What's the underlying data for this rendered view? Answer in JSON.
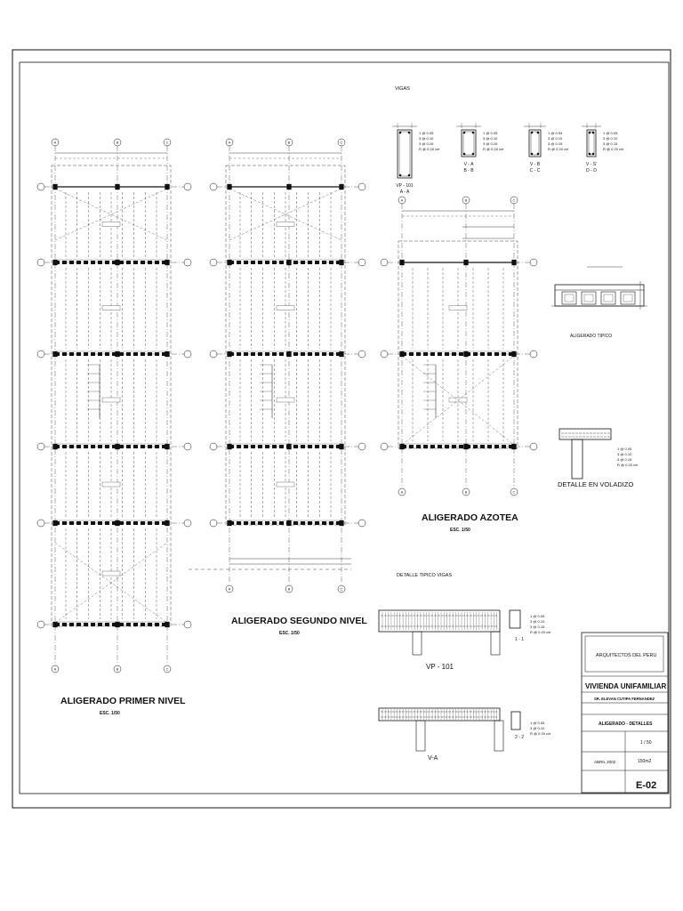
{
  "plans": {
    "primer": {
      "title": "ALIGERADO PRIMER NIVEL",
      "scale": "ESC. 1/50"
    },
    "segundo": {
      "title": "ALIGERADO SEGUNDO  NIVEL",
      "scale": "ESC. 1/50"
    },
    "azotea": {
      "title": "ALIGERADO AZOTEA",
      "scale": "ESC. 1/50"
    }
  },
  "axis_letters": [
    "A",
    "B",
    "C"
  ],
  "vigas": {
    "heading": "VIGAS",
    "sections": [
      {
        "name": "VP - 101",
        "cut": "A - A",
        "bars": [
          "1 @ 0.05",
          "3 @ 0.10",
          "3 @ 0.15",
          "R @ 0.20 c/e"
        ]
      },
      {
        "name": "V - A",
        "cut": "B - B",
        "bars": [
          "1 @ 0.05",
          "3 @ 0.10",
          "3 @ 0.15",
          "R @ 0.20 c/e"
        ]
      },
      {
        "name": "V - B",
        "cut": "C - C",
        "bars": [
          "1 @ 0.05",
          "3 @ 0.10",
          "3 @ 0.15",
          "R @ 0.20 c/e"
        ]
      },
      {
        "name": "V - S'",
        "cut": "D - D",
        "bars": [
          "1 @ 0.05",
          "3 @ 0.10",
          "3 @ 0.15",
          "R @ 0.20 c/e"
        ]
      }
    ]
  },
  "aligerado_tipico": {
    "label": "ALIGERADO TIPICO"
  },
  "voladizo": {
    "label": "DETALLE EN VOLADIZO",
    "bars": [
      "1 @ 0.05",
      "3 @ 0.10",
      "3 @ 0.15",
      "R @ 0.20 c/e"
    ]
  },
  "detalle_vigas": {
    "title": "DETALLE TIPICO VIGAS",
    "beam1": {
      "name": "VP - 101",
      "cut": "1 - 1",
      "bars": [
        "1 @ 0.05",
        "3 @ 0.10",
        "3 @ 0.15",
        "R @ 0.20 c/e"
      ]
    },
    "beam2": {
      "name": "V-A",
      "cut": "2 - 2",
      "bars": [
        "1 @ 0.05",
        "3 @ 0.10",
        "R @ 0.20 c/e"
      ]
    }
  },
  "title_block": {
    "firm": "ARQUITECTOS  DEL PERU",
    "project": "VIVIENDA UNIFAMILIAR",
    "owner": "SR.   ELEVAN CUTIPA FERNANDEZ",
    "sheet_title": "ALIGERADO - DETALLES",
    "scale": "1 / 50",
    "date": "ABRIL  2002",
    "area": "150m2",
    "sheet_number": "E-02"
  },
  "colors": {
    "ink": "#111111",
    "paper": "#ffffff"
  }
}
